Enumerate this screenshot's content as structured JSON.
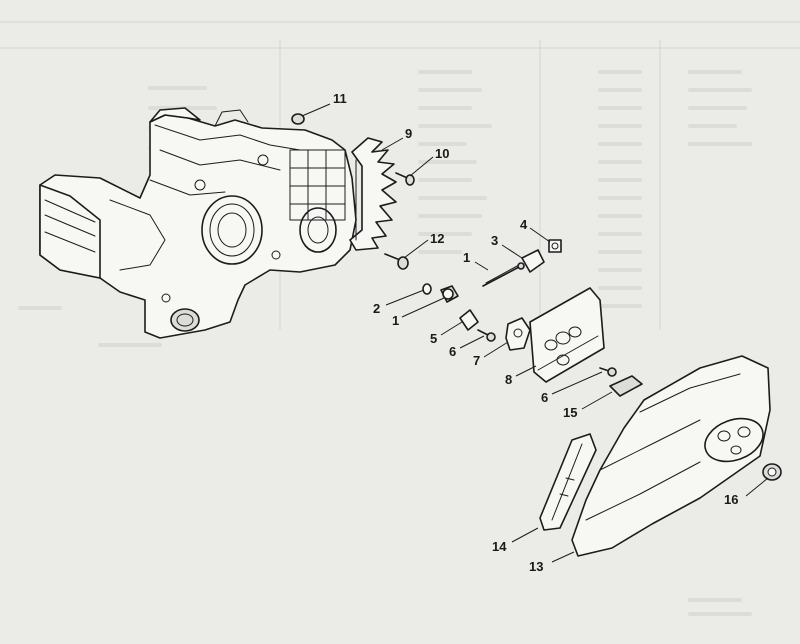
{
  "diagram": {
    "callouts": [
      {
        "id": "c11",
        "text": "11"
      },
      {
        "id": "c9",
        "text": "9"
      },
      {
        "id": "c10",
        "text": "10"
      },
      {
        "id": "c12",
        "text": "12"
      },
      {
        "id": "c1a",
        "text": "1"
      },
      {
        "id": "c3",
        "text": "3"
      },
      {
        "id": "c4",
        "text": "4"
      },
      {
        "id": "c2",
        "text": "2"
      },
      {
        "id": "c1b",
        "text": "1"
      },
      {
        "id": "c5",
        "text": "5"
      },
      {
        "id": "c6a",
        "text": "6"
      },
      {
        "id": "c7",
        "text": "7"
      },
      {
        "id": "c8",
        "text": "8"
      },
      {
        "id": "c6b",
        "text": "6"
      },
      {
        "id": "c15",
        "text": "15"
      },
      {
        "id": "c16",
        "text": "16"
      },
      {
        "id": "c14",
        "text": "14"
      },
      {
        "id": "c13",
        "text": "13"
      }
    ]
  }
}
